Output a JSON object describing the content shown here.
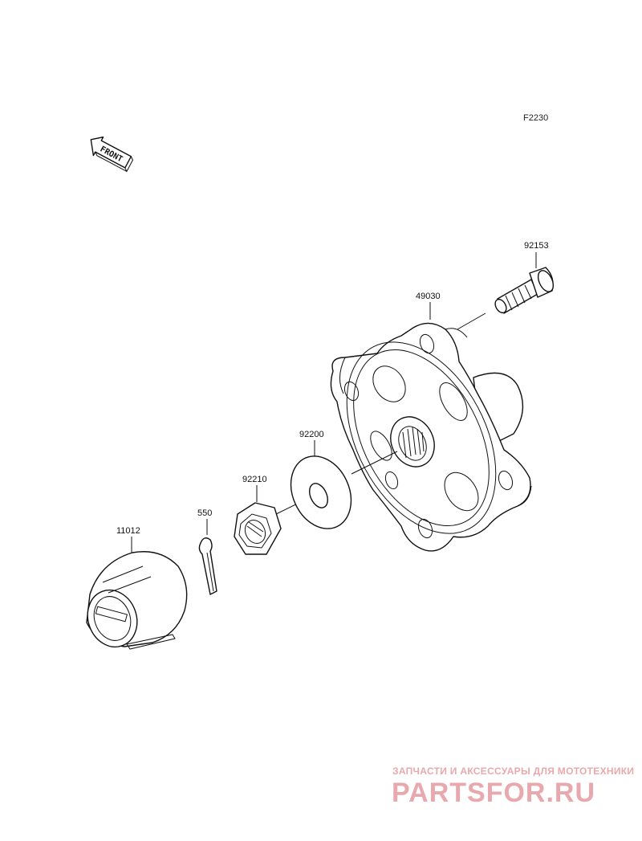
{
  "figure_code": "F2230",
  "front_arrow_text": "FRONT",
  "parts": {
    "p92153": "92153",
    "p49030": "49030",
    "p92200": "92200",
    "p92210": "92210",
    "p550": "550",
    "p11012": "11012"
  },
  "watermark": {
    "tagline": "ЗАПЧАСТИ И АКСЕССУАРЫ ДЛЯ МОТОТЕХНИКИ",
    "brand": "PARTSFOR.RU"
  },
  "colors": {
    "line": "#111111",
    "watermark": "#e8a9ae"
  }
}
